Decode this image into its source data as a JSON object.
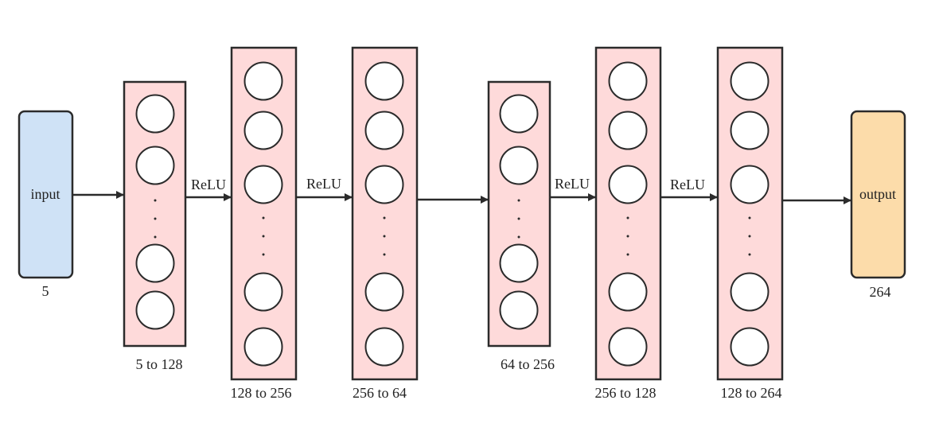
{
  "colors": {
    "input_fill": "#cfe2f6",
    "output_fill": "#fcdcaa",
    "layer_fill": "#fedada",
    "stroke": "#2b2b2b"
  },
  "input": {
    "label": "input",
    "size": "5"
  },
  "output": {
    "label": "output",
    "size": "264"
  },
  "layers": [
    {
      "caption": "5 to 128"
    },
    {
      "caption": "128 to 256"
    },
    {
      "caption": "256 to 64"
    },
    {
      "caption": "64 to 256"
    },
    {
      "caption": "256 to 128"
    },
    {
      "caption": "128 to 264"
    }
  ],
  "connections": [
    {
      "label": ""
    },
    {
      "label": "ReLU"
    },
    {
      "label": "ReLU"
    },
    {
      "label": ""
    },
    {
      "label": "ReLU"
    },
    {
      "label": "ReLU"
    },
    {
      "label": ""
    }
  ]
}
